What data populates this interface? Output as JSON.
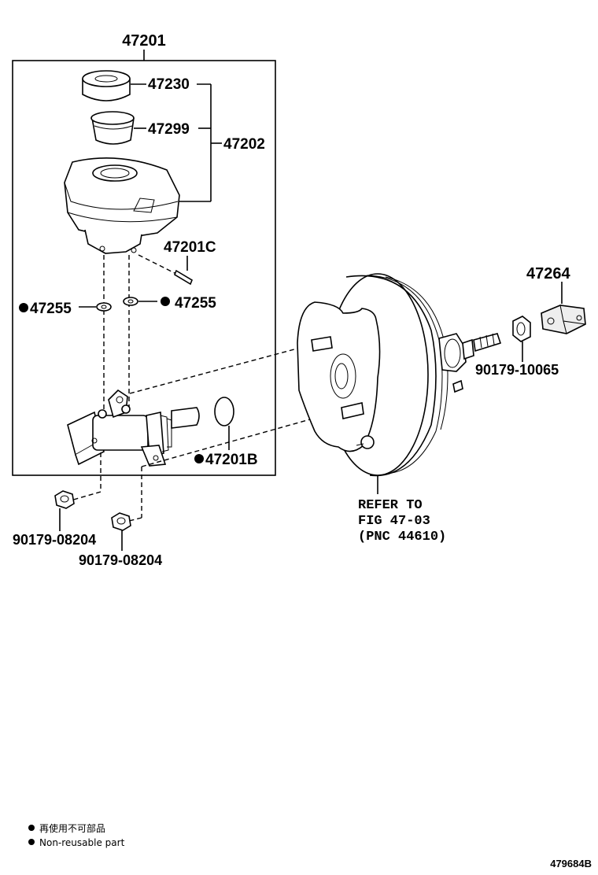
{
  "labels": {
    "assembly": "47201",
    "cap": "47230",
    "strainer": "47299",
    "reservoir_set": "47202",
    "pin": "47201C",
    "grommet_left": "47255",
    "grommet_right": "47255",
    "oring": "47201B",
    "nut_left_1": "90179-08204",
    "nut_left_2": "90179-08204",
    "clevis": "47264",
    "clevis_nut": "90179-10065",
    "refer_line1": "REFER TO",
    "refer_line2": "FIG 47-03",
    "refer_line3": "(PNC 44610)"
  },
  "legend": {
    "japanese": "再使用不可部品",
    "english": "Non-reusable part"
  },
  "figure_code": "479684B"
}
